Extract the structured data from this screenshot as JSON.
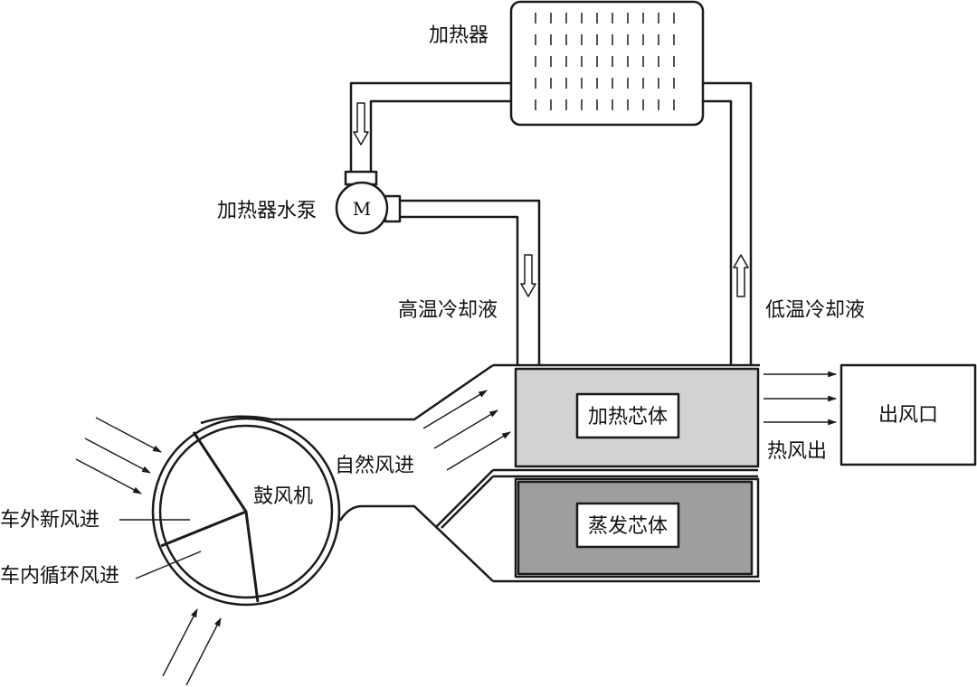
{
  "labels": {
    "heater": "加热器",
    "heater_pump": "加热器水泵",
    "motor": "M",
    "hot_coolant": "高温冷却液",
    "cold_coolant": "低温冷却液",
    "heater_core": "加热芯体",
    "evaporator_core": "蒸发芯体",
    "outlet": "出风口",
    "hot_air_out": "热风出",
    "natural_air_in": "自然风进",
    "blower": "鼓风机",
    "fresh_air_in": "车外新风进",
    "recirc_air_in": "车内循环风进"
  },
  "colors": {
    "stroke": "#1a1a1a",
    "heater_core_fill": "#d2d2d2",
    "evaporator_fill": "#9e9e9e",
    "label_box_fill": "#ffffff"
  }
}
